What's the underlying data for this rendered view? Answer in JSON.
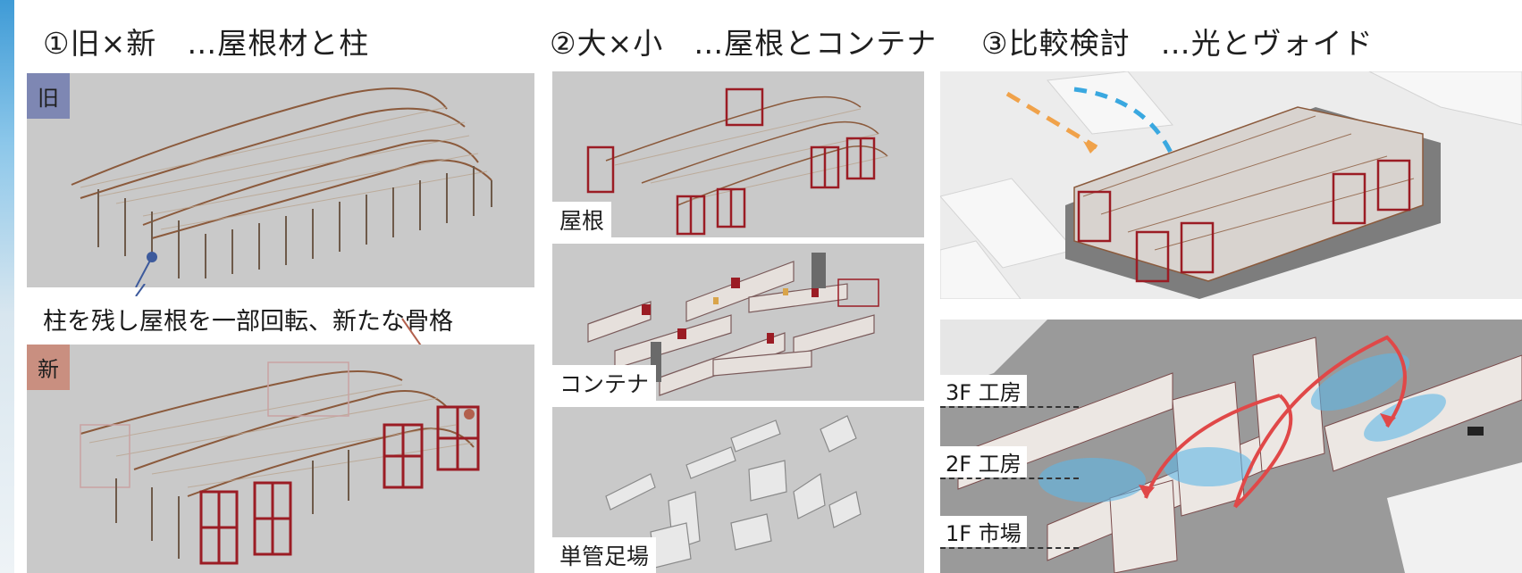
{
  "headings": {
    "col1": "①旧×新　…屋根材と柱",
    "col2": "②大×小　…屋根とコンテナ",
    "col3": "③比較検討　…光とヴォイド"
  },
  "col1": {
    "old_label": "旧",
    "new_label": "新",
    "caption": "柱を残し屋根を一部回転、新たな骨格"
  },
  "col2": {
    "roof_label": "屋根",
    "container_label": "コンテナ",
    "scaffold_label": "単管足場"
  },
  "col3": {
    "floors": [
      "3F 工房",
      "2F 工房",
      "1F 市場"
    ]
  },
  "colors": {
    "panel_bg": "#c9c9c9",
    "old_tag": "#7e87b3",
    "new_tag": "#c98f80",
    "roof_frame": "#8b5a3c",
    "container_red": "#9b1c24",
    "light_arrow_blue": "#3aa8e0",
    "light_arrow_orange": "#f0a24a",
    "flow_arrow": "#e04848",
    "void_blue": "#5fb8e6"
  }
}
